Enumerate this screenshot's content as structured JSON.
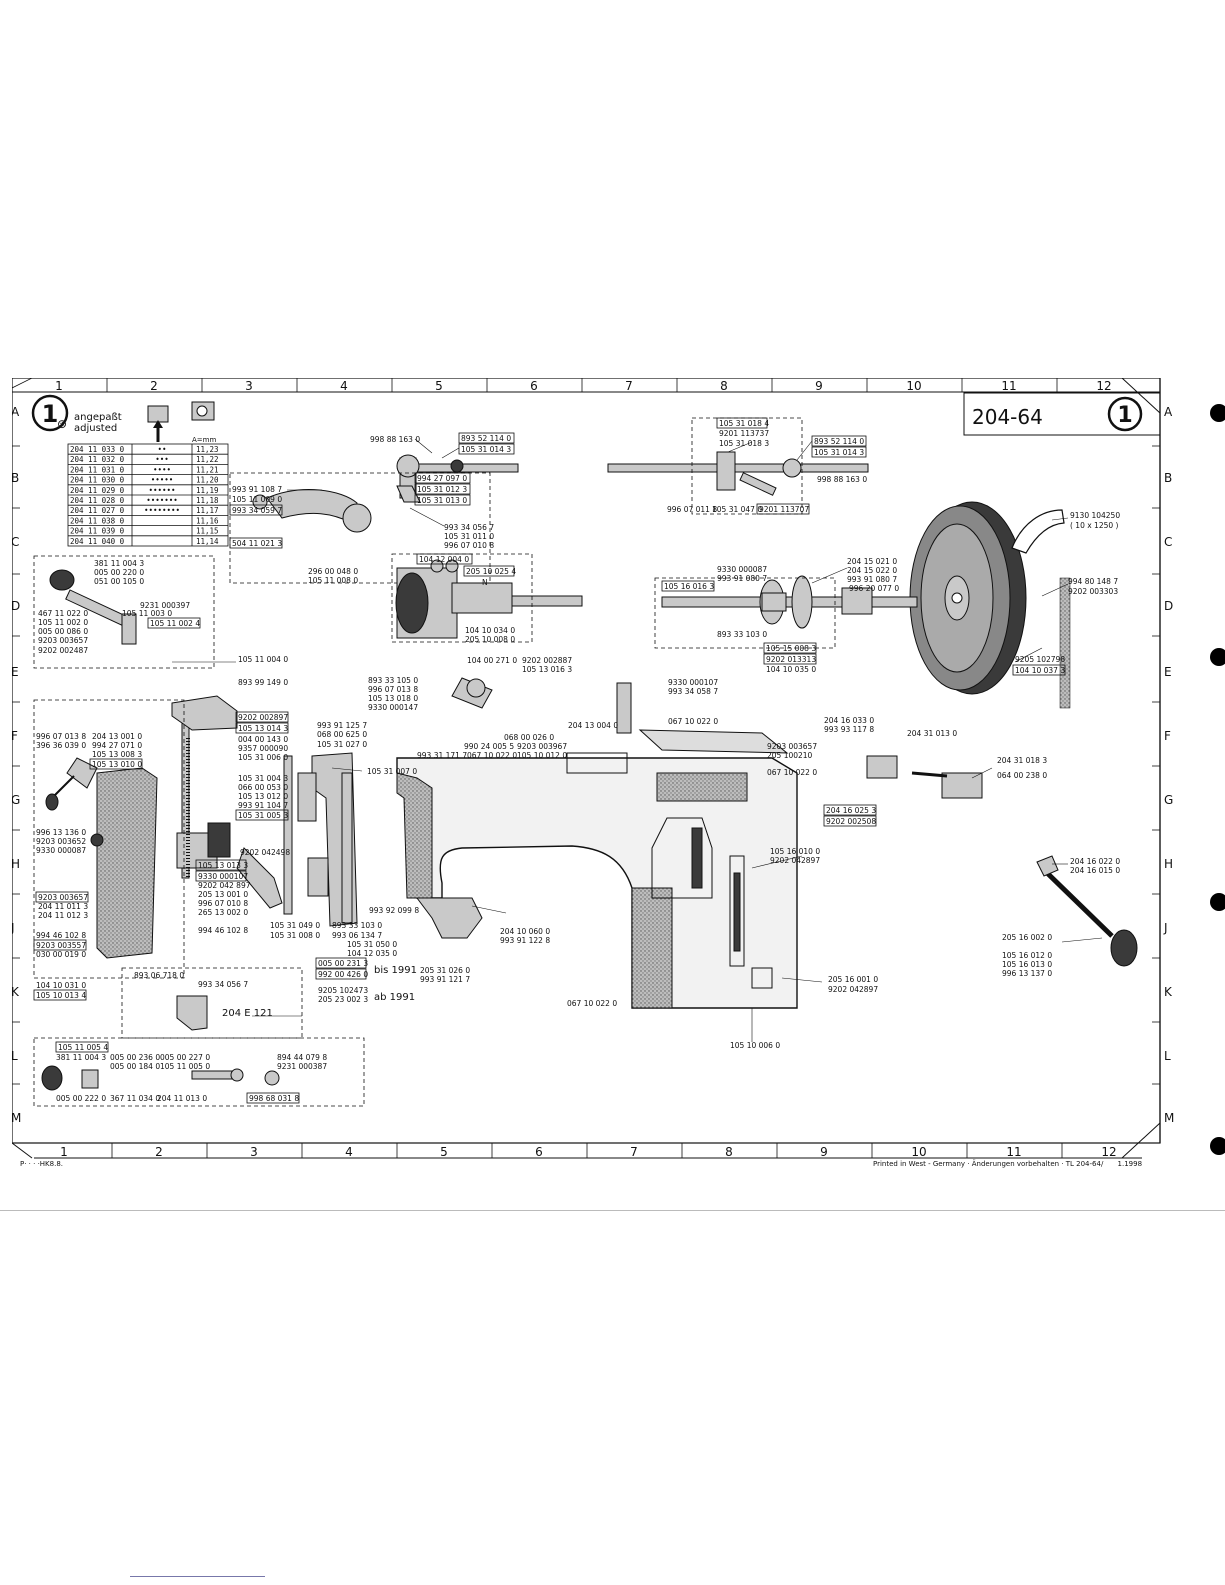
{
  "sheet": {
    "title": "204-64",
    "badge": "1",
    "columns": [
      "1",
      "2",
      "3",
      "4",
      "5",
      "6",
      "7",
      "8",
      "9",
      "10",
      "11",
      "12"
    ],
    "rows": [
      "A",
      "B",
      "C",
      "D",
      "E",
      "F",
      "G",
      "H",
      "J",
      "K",
      "L",
      "M"
    ]
  },
  "footer": {
    "left_code": "P· · · ·HK8.8.",
    "right_text": "Printed in West - Germany · Änderungen vorbehalten · TL 204-64/",
    "right_date": "1.1998"
  },
  "adjust_table": {
    "heading_de": "angepaßt",
    "heading_en": "adjusted",
    "col_header": "A=mm",
    "rows": [
      {
        "part": "204 11 033 0",
        "dots": "••",
        "value": "11,23"
      },
      {
        "part": "204 11 032 0",
        "dots": "•••",
        "value": "11,22"
      },
      {
        "part": "204 11 031 0",
        "dots": "••••",
        "value": "11,21"
      },
      {
        "part": "204 11 030 0",
        "dots": "•••••",
        "value": "11,20"
      },
      {
        "part": "204 11 029 0",
        "dots": "••••••",
        "value": "11,19"
      },
      {
        "part": "204 11 028 0",
        "dots": "•••••••",
        "value": "11,18"
      },
      {
        "part": "204 11 027 0",
        "dots": "••••••••",
        "value": "11,17"
      },
      {
        "part": "204 11 038 0",
        "dots": "",
        "value": "11,16"
      },
      {
        "part": "204 11 039 0",
        "dots": "",
        "value": "11,15"
      },
      {
        "part": "204 11 040 0",
        "dots": "",
        "value": "11,14"
      }
    ]
  },
  "labels": {
    "c_998_88_163_0_top": "998 88 163 0",
    "c_893_52_114_0_a": "893 52 114 0",
    "c_105_31_014_3_a": "105 31 014 3",
    "c_994_27_097_0": "994 27 097 0",
    "c_105_31_012_3": "105 31 012 3",
    "c_105_31_013_0": "105 31 013 0",
    "c_993_34_056_7_b": "993 34 056 7",
    "c_105_31_011_0": "105 31 011 0",
    "c_996_07_010_8_a": "996 07 010 8",
    "c_104_12_004_0": "104 12 004 0",
    "c_205_10_025_4": "205 10 025 4",
    "c_N": "N",
    "c_104_10_034_0": "104 10 034 0",
    "c_205_10_008_0": "205 10 008 0",
    "c_993_91_108_7": "993 91 108 7",
    "c_105_11_009_0": "105 11 009 0",
    "c_993_34_059_7": "993 34 059 7",
    "c_504_11_021_3": "504 11 021 3",
    "c_296_00_048_0": "296 00 048 0",
    "c_105_11_008_0": "105 11 008 0",
    "c_105_31_018_4": "105 31 018 4",
    "c_9201_113737": "9201 113737",
    "c_105_31_018_3": "105 31 018 3",
    "c_893_52_114_0_b": "893 52 114 0",
    "c_105_31_014_3_b": "105 31 014 3",
    "c_998_88_163_0_b": "998 88 163 0",
    "c_996_07_011_8": "996 07 011 8",
    "c_105_31_047_0": "105 31 047 0",
    "c_9201_113707": "9201 113707",
    "c_9130_104250": "9130 104250",
    "c_10x1250": "( 10 x 1250 )",
    "c_204_15_021_0": "204 15 021 0",
    "c_204_15_022_0": "204 15 022 0",
    "c_993_91_080_7_b": "993 91 080 7",
    "c_996_20_077_0": "996 20 077 0",
    "c_9330_000087": "9330 000087",
    "c_993_91_080_7_a": "993 91 080 7",
    "c_105_16_016_3": "105 16 016 3",
    "c_893_33_103_0_a": "893 33 103 0",
    "c_105_15_008_3": "105 15 008 3",
    "c_9202_013313": "9202 013313",
    "c_104_10_035_0": "104 10 035 0",
    "c_994_80_148_7": "994 80 148 7",
    "c_9202_003303": "9202 003303",
    "c_9205_102798": "9205 102798",
    "c_104_10_037_3": "104 10 037 3",
    "c_381_11_004_3_a": "381 11 004 3",
    "c_005_00_220_0": "005 00 220 0",
    "c_051_00_105_0": "051 00 105 0",
    "c_9231_000397": "9231 000397",
    "c_467_11_022_0": "467 11 022 0",
    "c_105_11_003_0": "105 11 003 0",
    "c_105_11_002_0": "105 11 002 0",
    "c_105_11_002_4": "105 11 002 4",
    "c_005_00_086_0": "005 00 086 0",
    "c_9203_003657_a": "9203 003657",
    "c_9202_002487": "9202 002487",
    "c_105_11_004_0": "105 11 004 0",
    "c_893_99_149_0": "893 99 149 0",
    "c_104_00_271_0": "104 00 271 0",
    "c_9202_002887": "9202 002887",
    "c_105_13_016_3": "105 13 016 3",
    "c_893_33_105_0": "893 33 105 0",
    "c_996_07_013_8_b": "996 07 013 8",
    "c_105_13_018_0": "105 13 018 0",
    "c_9330_000147": "9330 000147",
    "c_9330_000107_a": "9330 000107",
    "c_993_34_058_7": "993 34 058 7",
    "c_067_10_022_0_a": "067 10 022 0",
    "c_9202_002897": "9202 002897",
    "c_105_13_014_3": "105 13 014 3",
    "c_004_00_143_0": "004 00 143 0",
    "c_9357_000090": "9357 000090",
    "c_105_31_006_0": "105 31 006 0",
    "c_993_91_125_7": "993 91 125 7",
    "c_068_00_625_0": "068 00 625 0",
    "c_105_31_027_0": "105 31 027 0",
    "c_105_31_007_0": "105 31 007 0",
    "c_204_13_004_0": "204 13 004 0",
    "c_068_00_026_0": "068 00 026 0",
    "c_9203_003967": "9203 003967",
    "c_105_10_012_0": "105 10 012 0",
    "c_990_24_005_5": "990 24 005 5",
    "c_993_31_171_7": "993 31 171 7",
    "c_067_10_022_0_b": "067 10 022 0",
    "c_9203_003657_c": "9203 003657",
    "c_205_100210": "205 100210",
    "c_067_10_022_0_c": "067 10 022 0",
    "c_204_16_033_0": "204 16 033 0",
    "c_993_93_117_8": "993 93 117 8",
    "c_204_31_013_0": "204 31 013 0",
    "c_204_31_018_3": "204 31 018 3",
    "c_064_00_238_0": "064 00 238 0",
    "c_204_16_025_3": "204 16 025 3",
    "c_9202_002508": "9202 002508",
    "c_996_07_013_8_a": "996 07 013 8",
    "c_396_36_039_0": "396 36 039 0",
    "c_204_13_001_0_a": "204 13 001 0",
    "c_994_27_071_0": "994 27 071 0",
    "c_105_13_008_3": "105 13 008 3",
    "c_105_13_010_0": "105 13 010 0",
    "c_105_31_004_3": "105 31 004 3",
    "c_066_00_053_0": "066 00 053 0",
    "c_105_13_012_0": "105 13 012 0",
    "c_993_91_104_7": "993 91 104 7",
    "c_105_31_005_3": "105 31 005 3",
    "c_996_13_136_0": "996 13 136 0",
    "c_9203_003652": "9203 003652",
    "c_9202_042498": "9202 042498",
    "c_105_13_013_3": "105 13 013 3",
    "c_9330_000107_b": "9330 000107",
    "c_9202_042_897": "9202 042 897",
    "c_205_13_001_0": "205 13 001 0",
    "c_996_07_010_8_b": "996 07 010 8",
    "c_265_13_002_0": "265 13 002 0",
    "c_9203_003657_b": "9203 003657",
    "c_204_11_011_3": "204 11 011 3",
    "c_204_11_012_3": "204 11 012 3",
    "c_994_46_102_8_a": "994 46 102 8",
    "c_9203_003557": "9203 003557",
    "c_030_00_019_0": "030 00 019 0",
    "c_994_46_102_8_b": "994 46 102 8",
    "c_105_31_049_0": "105 31 049 0",
    "c_105_31_008_0": "105 31 008 0",
    "c_893_33_103_0_b": "893 33 103 0",
    "c_993_06_134_7": "993 06 134 7",
    "c_105_31_050_0": "105 31 050 0",
    "c_104_12_035_0": "104 12 035 0",
    "c_993_92_099_8": "993 92 099 8",
    "c_005_00_231_3": "005 00 231 3",
    "c_992_00_426_0": "992 00 426 0",
    "c_bis_1991": "bis 1991",
    "c_9205_102473": "9205 102473",
    "c_205_23_002_3": "205 23 002 3",
    "c_ab_1991": "ab 1991",
    "c_204_10_060_0": "204 10 060 0",
    "c_993_91_122_8": "993 91 122 8",
    "c_205_31_026_0": "205 31 026 0",
    "c_993_91_121_7": "993 91 121 7",
    "c_067_10_022_0_d": "067 10 022 0",
    "c_105_16_010_0": "105 16 010 0",
    "c_9202_042897_a": "9202 042897",
    "c_205_16_001_0": "205 16 001 0",
    "c_9202_042897_b": "9202 042897",
    "c_105_10_006_0": "105 10 006 0",
    "c_204_16_022_0": "204 16 022 0",
    "c_204_16_015_0": "204 16 015 0",
    "c_205_16_002_0": "205 16 002 0",
    "c_105_16_012_0": "105 16 012 0",
    "c_105_16_013_0": "105 16 013 0",
    "c_996_13_137_0": "996 13 137 0",
    "c_104_10_031_0": "104 10 031 0",
    "c_105_10_013_4": "105 10 013 4",
    "c_893_06_718_0": "893 06 718 0",
    "c_993_34_056_7_a": "993 34 056 7",
    "c_204E121": "204 E 121",
    "c_105_11_005_4": "105 11 005 4",
    "c_381_11_004_3_b": "381 11 004 3",
    "c_005_00_236_0": "005 00 236 0",
    "c_005_00_227_0": "005 00 227 0",
    "c_005_00_184_0": "005 00 184 0",
    "c_105_11_005_0": "105 11 005 0",
    "c_894_44_079_8": "894 44 079 8",
    "c_9231_000387": "9231 000387",
    "c_005_00_222_0": "005 00 222 0",
    "c_367_11_034_0": "367 11 034 0",
    "c_204_11_013_0": "204 11 013 0",
    "c_998_68_031_8": "998 68 031 8"
  }
}
